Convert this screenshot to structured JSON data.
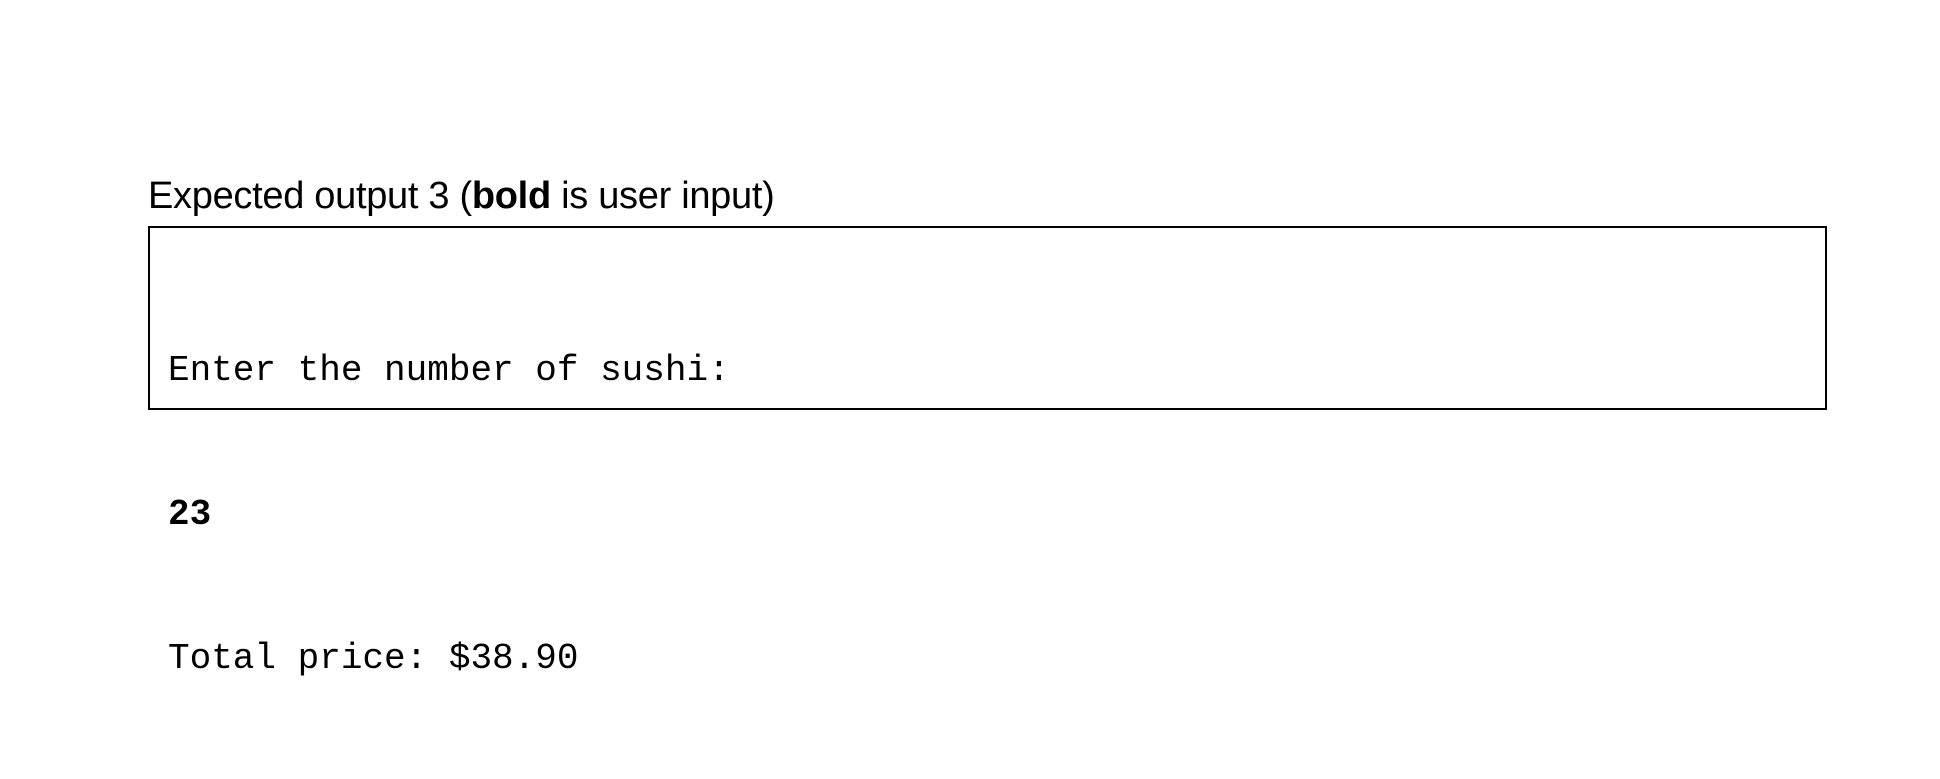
{
  "heading": {
    "prefix": "Expected output 3 (",
    "bold_word": "bold",
    "suffix": " is user input)"
  },
  "output": {
    "lines": [
      {
        "text": "Enter the number of sushi:",
        "is_user_input": false
      },
      {
        "text": "23",
        "is_user_input": true
      },
      {
        "text": "Total price: $38.90",
        "is_user_input": false
      }
    ]
  }
}
